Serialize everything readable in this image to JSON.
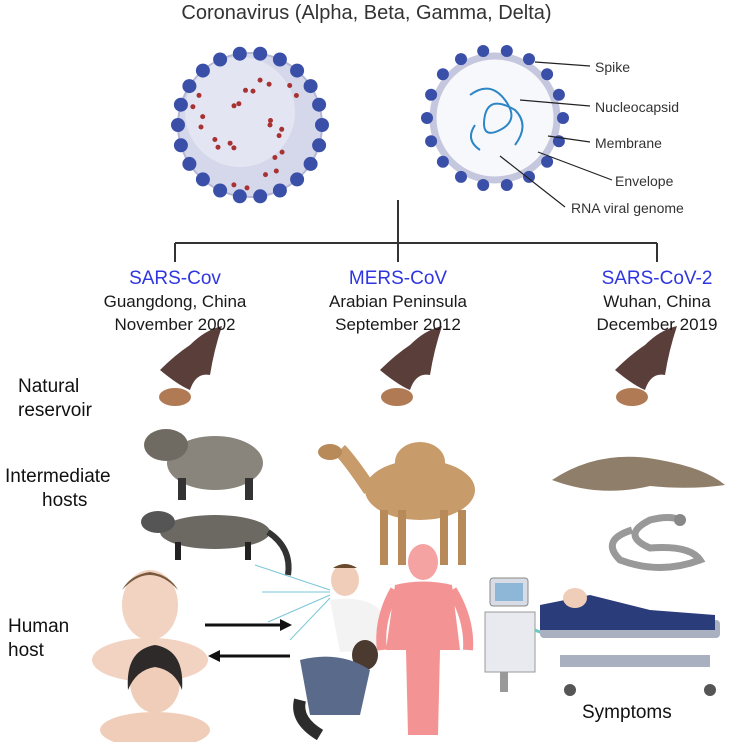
{
  "title": "Coronavirus (Alpha, Beta, Gamma, Delta)",
  "structure_labels": [
    "Spike",
    "Nucleocapsid",
    "Membrane",
    "Envelope",
    "RNA viral genome"
  ],
  "viruses": [
    {
      "name": "SARS-Cov",
      "location": "Guangdong, China",
      "date": "November 2002"
    },
    {
      "name": "MERS-CoV",
      "location": "Arabian Peninsula",
      "date": "September 2012"
    },
    {
      "name": "SARS-CoV-2",
      "location": "Wuhan, China",
      "date": "December 2019"
    }
  ],
  "row_labels": {
    "reservoir": [
      "Natural",
      "reservoir"
    ],
    "intermediate": [
      "Intermediate",
      "hosts"
    ],
    "human": [
      "Human",
      "host"
    ]
  },
  "symptoms_label": "Symptoms",
  "colors": {
    "virus_name": "#2f36e0",
    "spike": "#3a4fa8",
    "membrane": "#c9cbe0",
    "lung": "#f08a8a"
  }
}
